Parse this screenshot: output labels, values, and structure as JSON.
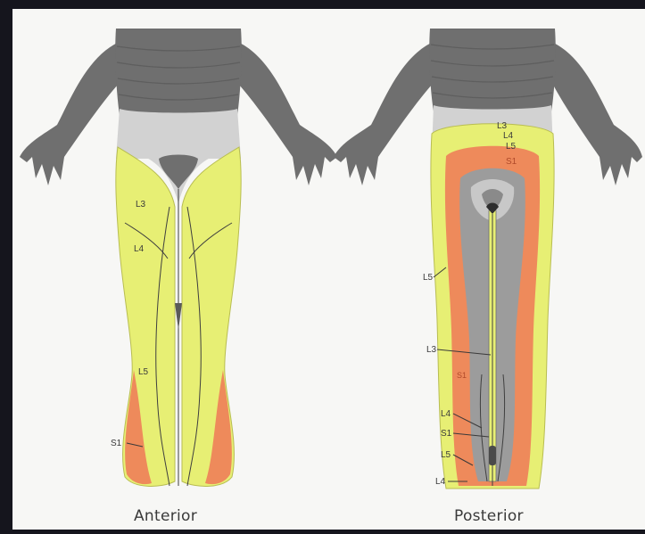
{
  "views": {
    "anterior": "Anterior",
    "posterior": "Posterior"
  },
  "anterior_labels": {
    "l3": "L3",
    "l4": "L4",
    "l5": "L5",
    "s1": "S1"
  },
  "posterior_labels": {
    "top_l3": "L3",
    "top_l4": "L4",
    "top_l5": "L5",
    "top_s1": "S1",
    "side_l5": "L5",
    "mid_l3": "L3",
    "mid_s1": "S1",
    "low_l4": "L4",
    "low_s1": "S1",
    "low_l5": "L5",
    "foot_l4": "L4"
  },
  "colors": {
    "background": "#15151d",
    "panel": "#f7f7f5",
    "skin_gray": "#6f6f6f",
    "light_gray": "#d2d2d2",
    "yellow": "#e7ef74",
    "orange": "#ee8a5b",
    "mid_gray": "#9c9c9c"
  }
}
